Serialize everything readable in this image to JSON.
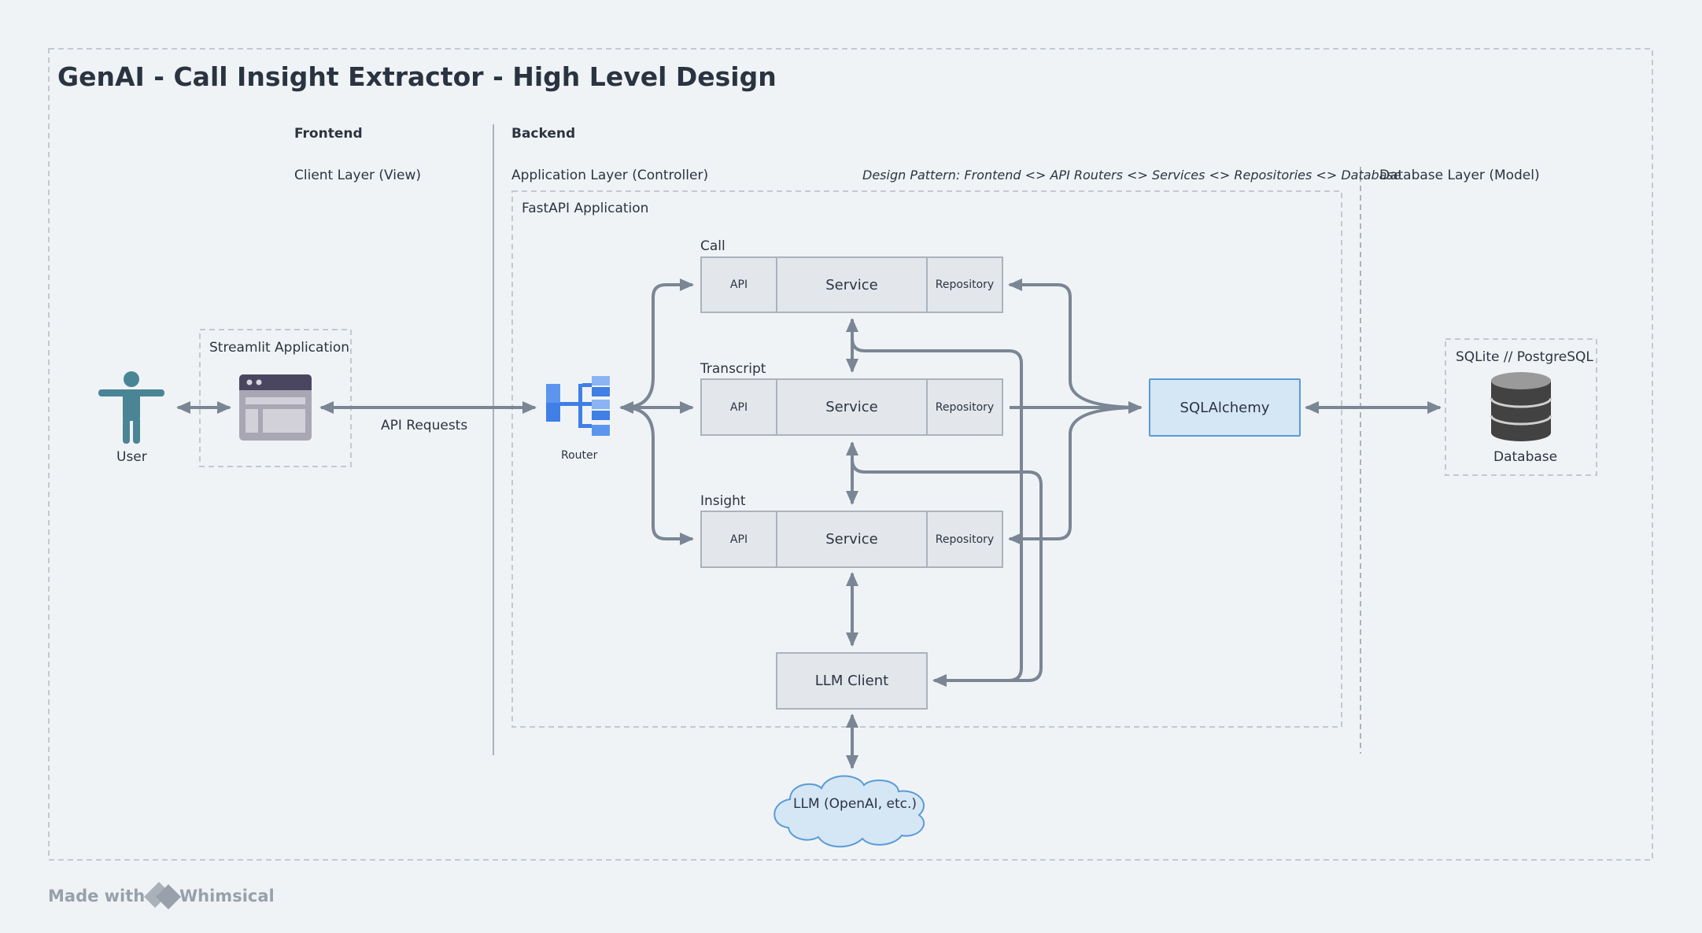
{
  "title": "GenAI - Call Insight Extractor - High Level Design",
  "sections": {
    "frontend": "Frontend",
    "backend": "Backend",
    "client_layer": "Client Layer (View)",
    "application_layer": "Application Layer (Controller)",
    "database_layer": "Database Layer (Model)",
    "design_pattern": "Design Pattern: Frontend <> API Routers <> Services <> Repositories <> Database",
    "fastapi_app": "FastAPI Application"
  },
  "nodes": {
    "user": "User",
    "streamlit": "Streamlit Application",
    "api_requests": "API Requests",
    "router": "Router",
    "modules": [
      {
        "name": "Call",
        "api": "API",
        "service": "Service",
        "repository": "Repository"
      },
      {
        "name": "Transcript",
        "api": "API",
        "service": "Service",
        "repository": "Repository"
      },
      {
        "name": "Insight",
        "api": "API",
        "service": "Service",
        "repository": "Repository"
      }
    ],
    "llm_client": "LLM Client",
    "llm": "LLM (OpenAI, etc.)",
    "sqlalchemy": "SQLAlchemy",
    "db_group": "SQLite // PostgreSQL",
    "database": "Database"
  },
  "footer": {
    "made_with": "Made with",
    "brand": "Whimsical"
  },
  "colors": {
    "background": "#f0f3f6",
    "connector": "#7a8694",
    "box_fill": "#e3e7ec",
    "highlight_fill": "#d5e6f5",
    "highlight_border": "#5a9bd6",
    "user_icon": "#4a8595",
    "router_icon": "#3f7fe6"
  }
}
